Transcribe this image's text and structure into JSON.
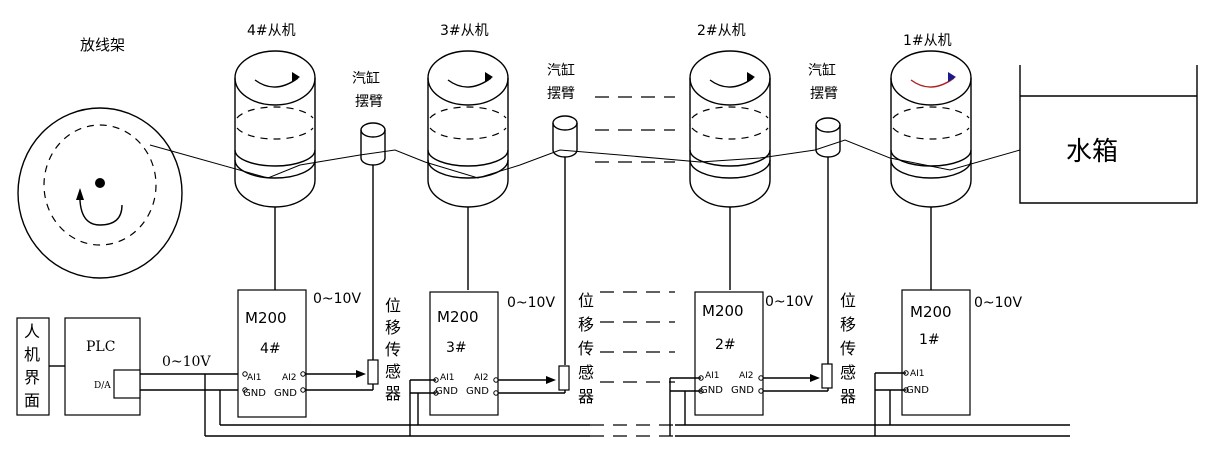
{
  "payoff": {
    "label": "放线架"
  },
  "slaves": [
    {
      "title": "4#从机",
      "drive": "M200",
      "num": "4#",
      "ai1": "AI1",
      "ai2": "AI2",
      "gnd1": "GND",
      "gnd2": "GND",
      "volt": "0~10V"
    },
    {
      "title": "3#从机",
      "drive": "M200",
      "num": "3#",
      "ai1": "AI1",
      "ai2": "AI2",
      "gnd1": "GND",
      "gnd2": "GND",
      "volt": "0~10V"
    },
    {
      "title": "2#从机",
      "drive": "M200",
      "num": "2#",
      "ai1": "AI1",
      "ai2": "AI2",
      "gnd1": "GND",
      "gnd2": "GND",
      "volt": "0~10V"
    },
    {
      "title": "1#从机",
      "drive": "M200",
      "num": "1#",
      "ai1": "AI1",
      "gnd1": "GND",
      "volt": "0~10V"
    }
  ],
  "cylinders": [
    {
      "line1": "汽缸",
      "line2": "摆臂"
    },
    {
      "line1": "汽缸",
      "line2": "摆臂"
    },
    {
      "line1": "汽缸",
      "line2": "摆臂"
    }
  ],
  "sensors": [
    {
      "chars": [
        "位",
        "移",
        "传",
        "感",
        "器"
      ]
    },
    {
      "chars": [
        "位",
        "移",
        "传",
        "感",
        "器"
      ]
    },
    {
      "chars": [
        "位",
        "移",
        "传",
        "感",
        "器"
      ]
    }
  ],
  "water_tank": {
    "label": "水箱"
  },
  "hmi": {
    "chars": [
      "人",
      "机",
      "界",
      "面"
    ]
  },
  "plc": {
    "label": "PLC",
    "port": "D/A",
    "output": "0~10V"
  }
}
